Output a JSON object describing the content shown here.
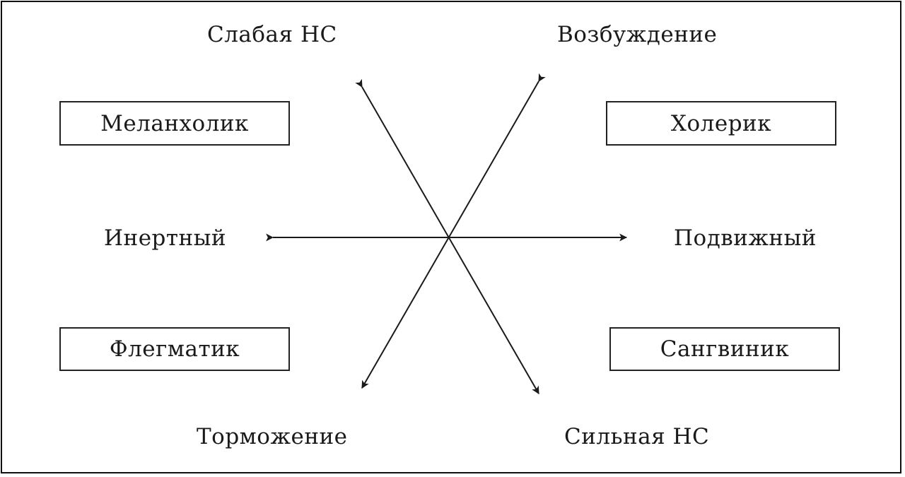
{
  "axes": {
    "top_left": "Слабая НС",
    "top_right": "Возбуждение",
    "mid_left": "Инертный",
    "mid_right": "Подвижный",
    "bottom_left": "Торможение",
    "bottom_right": "Сильная НС"
  },
  "types": {
    "melancholic": "Меланхолик",
    "choleric": "Холерик",
    "phlegmatic": "Флегматик",
    "sanguine": "Сангвиник"
  },
  "colors": {
    "line": "#1a1a1a",
    "background": "#ffffff"
  }
}
